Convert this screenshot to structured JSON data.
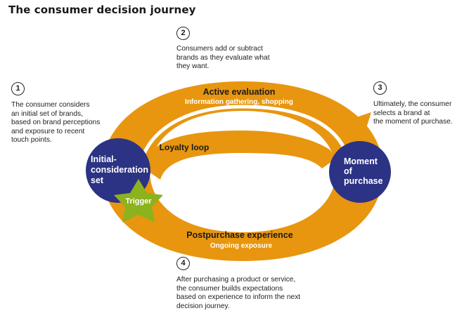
{
  "title": "The consumer decision journey",
  "steps": [
    {
      "number": "1",
      "lines": [
        "The consumer considers",
        "an initial set of brands,",
        "based on brand perceptions",
        "and exposure to recent",
        "touch points."
      ]
    },
    {
      "number": "2",
      "lines": [
        "Consumers add or subtract",
        "brands as they evaluate what",
        "they want."
      ]
    },
    {
      "number": "3",
      "lines": [
        "Ultimately, the consumer",
        "selects a brand at",
        "the moment of purchase."
      ]
    },
    {
      "number": "4",
      "lines": [
        "After purchasing a product or service,",
        "the consumer builds expectations",
        "based on experience to inform the next",
        "decision journey."
      ]
    }
  ],
  "diagram": {
    "active_evaluation": {
      "title": "Active evaluation",
      "subtitle": "Information gathering, shopping"
    },
    "loyalty_loop": "Loyalty loop",
    "postpurchase": {
      "title": "Postpurchase experience",
      "subtitle": "Ongoing exposure"
    },
    "initial_consideration": [
      "Initial-",
      "consideration",
      "set"
    ],
    "moment_of_purchase": [
      "Moment",
      "of",
      "purchase"
    ],
    "trigger": "Trigger",
    "colors": {
      "band": "#e8960f",
      "node": "#2c3384",
      "star": "#8cb21e"
    }
  }
}
